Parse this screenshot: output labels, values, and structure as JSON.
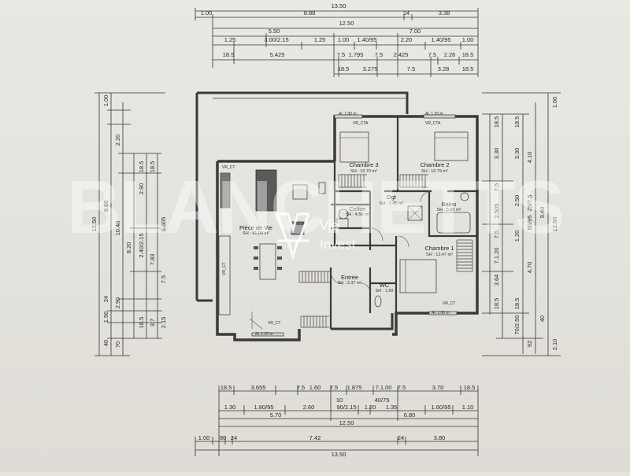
{
  "dims": {
    "top": {
      "r1": {
        "overall": "13.50"
      },
      "r2": {
        "a": "1.00",
        "b": "8.88",
        "c": "24",
        "d": "3.38"
      },
      "r3": {
        "overall": "12.50"
      },
      "r4": {
        "a": "5.50",
        "b": "7.00"
      },
      "r5": {
        "a": "1.25",
        "b": "3.00/2.15",
        "c": "1.25",
        "d": "1.00",
        "e": "1.40/95",
        "f": "2.20",
        "g": "1.40/95",
        "h": "1.00"
      },
      "r6": {
        "a": "18.5",
        "b": "5.425",
        "c": "7.5",
        "d": "1.795",
        "e": "7.5",
        "f": "2.425",
        "g": "7.5",
        "h": "2.26",
        "i": "18.5"
      },
      "r7": {
        "a": "18.5",
        "b": "3.275",
        "c": "7.5",
        "d": "3.28",
        "e": "18.5"
      }
    },
    "bottom": {
      "r1": {
        "a": "18.5",
        "b": "3.655",
        "c": "7.5",
        "d": "1.60",
        "e": "7.5",
        "f": "1.875",
        "g": "7.1.00",
        "h": "7.5",
        "i": "3.70",
        "j": "18.5"
      },
      "r2": {
        "a": "10",
        "b": "40/75"
      },
      "r3": {
        "a": "1.30",
        "b": "1.80/95",
        "c": "2.60",
        "d": "90/2.15",
        "e": "1.20",
        "f": "1.35",
        "g": "1.60/95",
        "h": "1.10"
      },
      "r4": {
        "a": "5.70",
        "b": "6.80"
      },
      "r5": {
        "overall": "12.50"
      },
      "r6": {
        "a": "1.00",
        "b": "80",
        "c": "24",
        "d": "7.42",
        "e": "24",
        "f": "3.80"
      },
      "r7": {
        "overall": "13.50"
      }
    },
    "left": {
      "c1": {
        "overall": "12.50"
      },
      "c2": {
        "a": "1.00",
        "b": "8.66",
        "c": "24",
        "d": "1.50",
        "e": "40"
      },
      "c3": {
        "a": "2.20",
        "b": "10.40",
        "c": "2.90",
        "d": "70"
      },
      "c4": {
        "a": "8.20"
      },
      "c5": {
        "a": "18.5",
        "b": "2.90",
        "c": "2.40/2.15",
        "d": "18.5"
      },
      "c6": {
        "a": "18.5",
        "b": "7.83",
        "c": "3.7"
      },
      "c7": {
        "a": "5.605",
        "b": "7.5",
        "c": "2.15"
      }
    },
    "right": {
      "c1": {
        "a": "18.5",
        "b": "3.30",
        "c": "7.5",
        "d": "2.505",
        "e": "7.5",
        "f": "7.1.20",
        "g": "3.64",
        "h": "18.5"
      },
      "c2": {
        "a": "18.5",
        "b": "3.30",
        "c": "2.50",
        "d": "1.20",
        "e": "18.5",
        "f": "70/2.50"
      },
      "c3": {
        "a": "4.10",
        "b": "25/7.5",
        "c": "60/95",
        "d": "4.70",
        "e": "92"
      },
      "c4": {
        "a": "9.40",
        "b": "40"
      },
      "c5": {
        "a": "1.00",
        "b": "12.50",
        "c": "2.10"
      }
    }
  },
  "rooms": {
    "chambre3": {
      "name": "Chambre 3",
      "area": "SH : 10.70 m²"
    },
    "chambre2": {
      "name": "Chambre 2",
      "area": "SH : 10.79 m²"
    },
    "dgt": {
      "name": "Dgt",
      "area": "SH : 7.45 m²"
    },
    "cellier": {
      "name": "Cellier",
      "area": "SH : 4.50 m²"
    },
    "bains": {
      "name": "Bains",
      "area": "SH : 5.68 m²"
    },
    "piece_de_vie": {
      "name": "Pièce de Vie",
      "area": "SH : 41.04 m²"
    },
    "chambre1": {
      "name": "Chambre 1",
      "area": "SH : 13.47 m²"
    },
    "entree": {
      "name": "Entrée",
      "area": "SH : 3.37 m²"
    },
    "wc": {
      "name": "WC",
      "area": "SH : 1.60"
    }
  },
  "labels": {
    "vr_ct_a": "VR_CT",
    "vr_cta_b": "VR_CTA",
    "vr_cta_c": "VR_CTA",
    "vr_ct_d": "VR_CT",
    "vr_ct_e": "VR_CT",
    "vr_ct_f": "VR_CT",
    "win_a": "AL 1.00 m",
    "win_b": "AL 1.20 m",
    "win_c": "AL 1.20 m",
    "win_d": "AL 1.00 m"
  },
  "watermark": {
    "text": "BLANCHETTS",
    "logo_line1": "Vie",
    "logo_line2": "Invest"
  },
  "colors": {
    "paper": "#e6e4de",
    "ink": "#2a2a2a",
    "wall": "#3a3a3a",
    "watermark": "#ffffff"
  }
}
